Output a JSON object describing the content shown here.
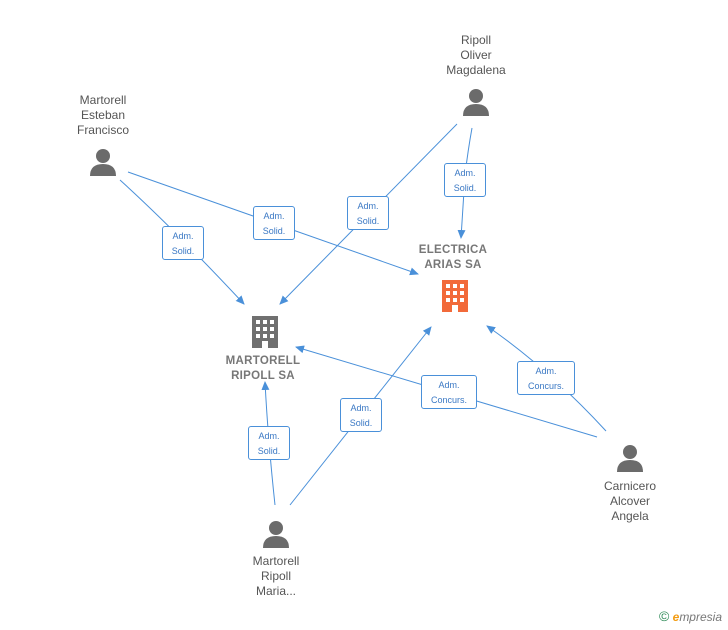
{
  "persons": [
    {
      "id": "ripoll-oliver",
      "label": "Ripoll\nOliver\nMagdalena"
    },
    {
      "id": "martorell-esteban",
      "label": "Martorell\nEsteban\nFrancisco"
    },
    {
      "id": "carnicero",
      "label": "Carnicero\nAlcover\nAngela"
    },
    {
      "id": "martorell-ripoll-maria",
      "label": "Martorell\nRipoll\nMaria..."
    }
  ],
  "companies": [
    {
      "id": "electrica-arias",
      "label": "ELECTRICA\nARIAS SA",
      "color": "#f26a3a"
    },
    {
      "id": "martorell-ripoll-sa",
      "label": "MARTORELL\nRIPOLL SA",
      "color": "#707070"
    }
  ],
  "edges": [
    {
      "id": "e1",
      "label": "Adm.\nSolid."
    },
    {
      "id": "e2",
      "label": "Adm.\nSolid."
    },
    {
      "id": "e3",
      "label": "Adm.\nSolid."
    },
    {
      "id": "e4",
      "label": "Adm.\nSolid."
    },
    {
      "id": "e5",
      "label": "Adm.\nSolid."
    },
    {
      "id": "e6",
      "label": "Adm.\nSolid."
    },
    {
      "id": "e7",
      "label": "Adm.\nConcurs."
    },
    {
      "id": "e8",
      "label": "Adm.\nConcurs."
    }
  ],
  "colors": {
    "edge": "#4a90d9",
    "person": "#6b6b6b"
  },
  "watermark": {
    "copyright": "©",
    "brand_initial": "e",
    "brand_rest": "mpresia"
  }
}
